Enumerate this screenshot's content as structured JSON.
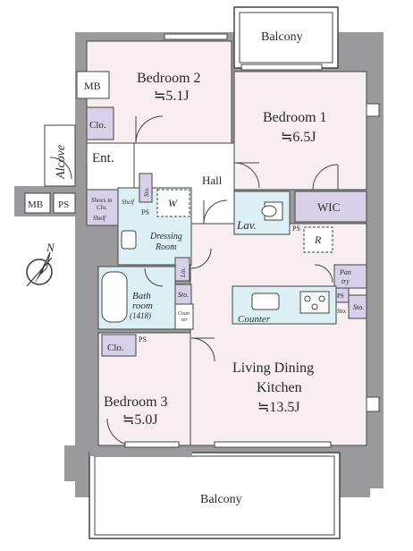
{
  "colors": {
    "wall": "#9a9a9c",
    "room_pink": "#f6eef0",
    "wet_blue": "#dceff5",
    "storage_lilac": "#d7d0e8",
    "line": "#444444",
    "white": "#ffffff"
  },
  "rooms": {
    "bedroom2": {
      "name": "Bedroom 2",
      "size": "≒5.1J"
    },
    "bedroom1": {
      "name": "Bedroom 1",
      "size": "≒6.5J"
    },
    "bedroom3": {
      "name": "Bedroom 3",
      "size": "≒5.0J"
    },
    "ldk": {
      "name_line1": "Living Dining",
      "name_line2": "Kitchen",
      "size": "≒13.5J"
    },
    "hall": "Hall",
    "entrance": "Ent.",
    "alcove": "Alcove",
    "dressing": {
      "line1": "Dressing",
      "line2": "Room"
    },
    "bathroom": {
      "line1": "Bath",
      "line2": "room",
      "line3": "(1418)"
    },
    "lavatory": "Lav.",
    "balcony_top": "Balcony",
    "balcony_bottom": "Balcony"
  },
  "fixtures": {
    "mb_upper": "MB",
    "mb_lower": "MB",
    "ps_lower": "PS",
    "clo_bedroom2": "Clo.",
    "clo_bedroom3": "Clo.",
    "wic": "WIC",
    "shoes_line1": "Shoes in",
    "shoes_line2": "Clo.",
    "shelf_1": "Shelf",
    "shelf_2": "Shelf",
    "sto_1": "Sto.",
    "sto_2": "Sto.",
    "sto_3": "Sto.",
    "sto_4": "Sto.",
    "ps_1": "PS",
    "ps_2": "PS",
    "ps_3": "PS",
    "ps_4": "PS",
    "washer": "W",
    "refrigerator": "R",
    "linen": "Lin.",
    "pantry_line1": "Pan",
    "pantry_line2": "try",
    "counter_kitchen": "Counter",
    "counter_bath_line1": "Coun",
    "counter_bath_line2": "ter"
  },
  "compass": {
    "north": "N"
  }
}
